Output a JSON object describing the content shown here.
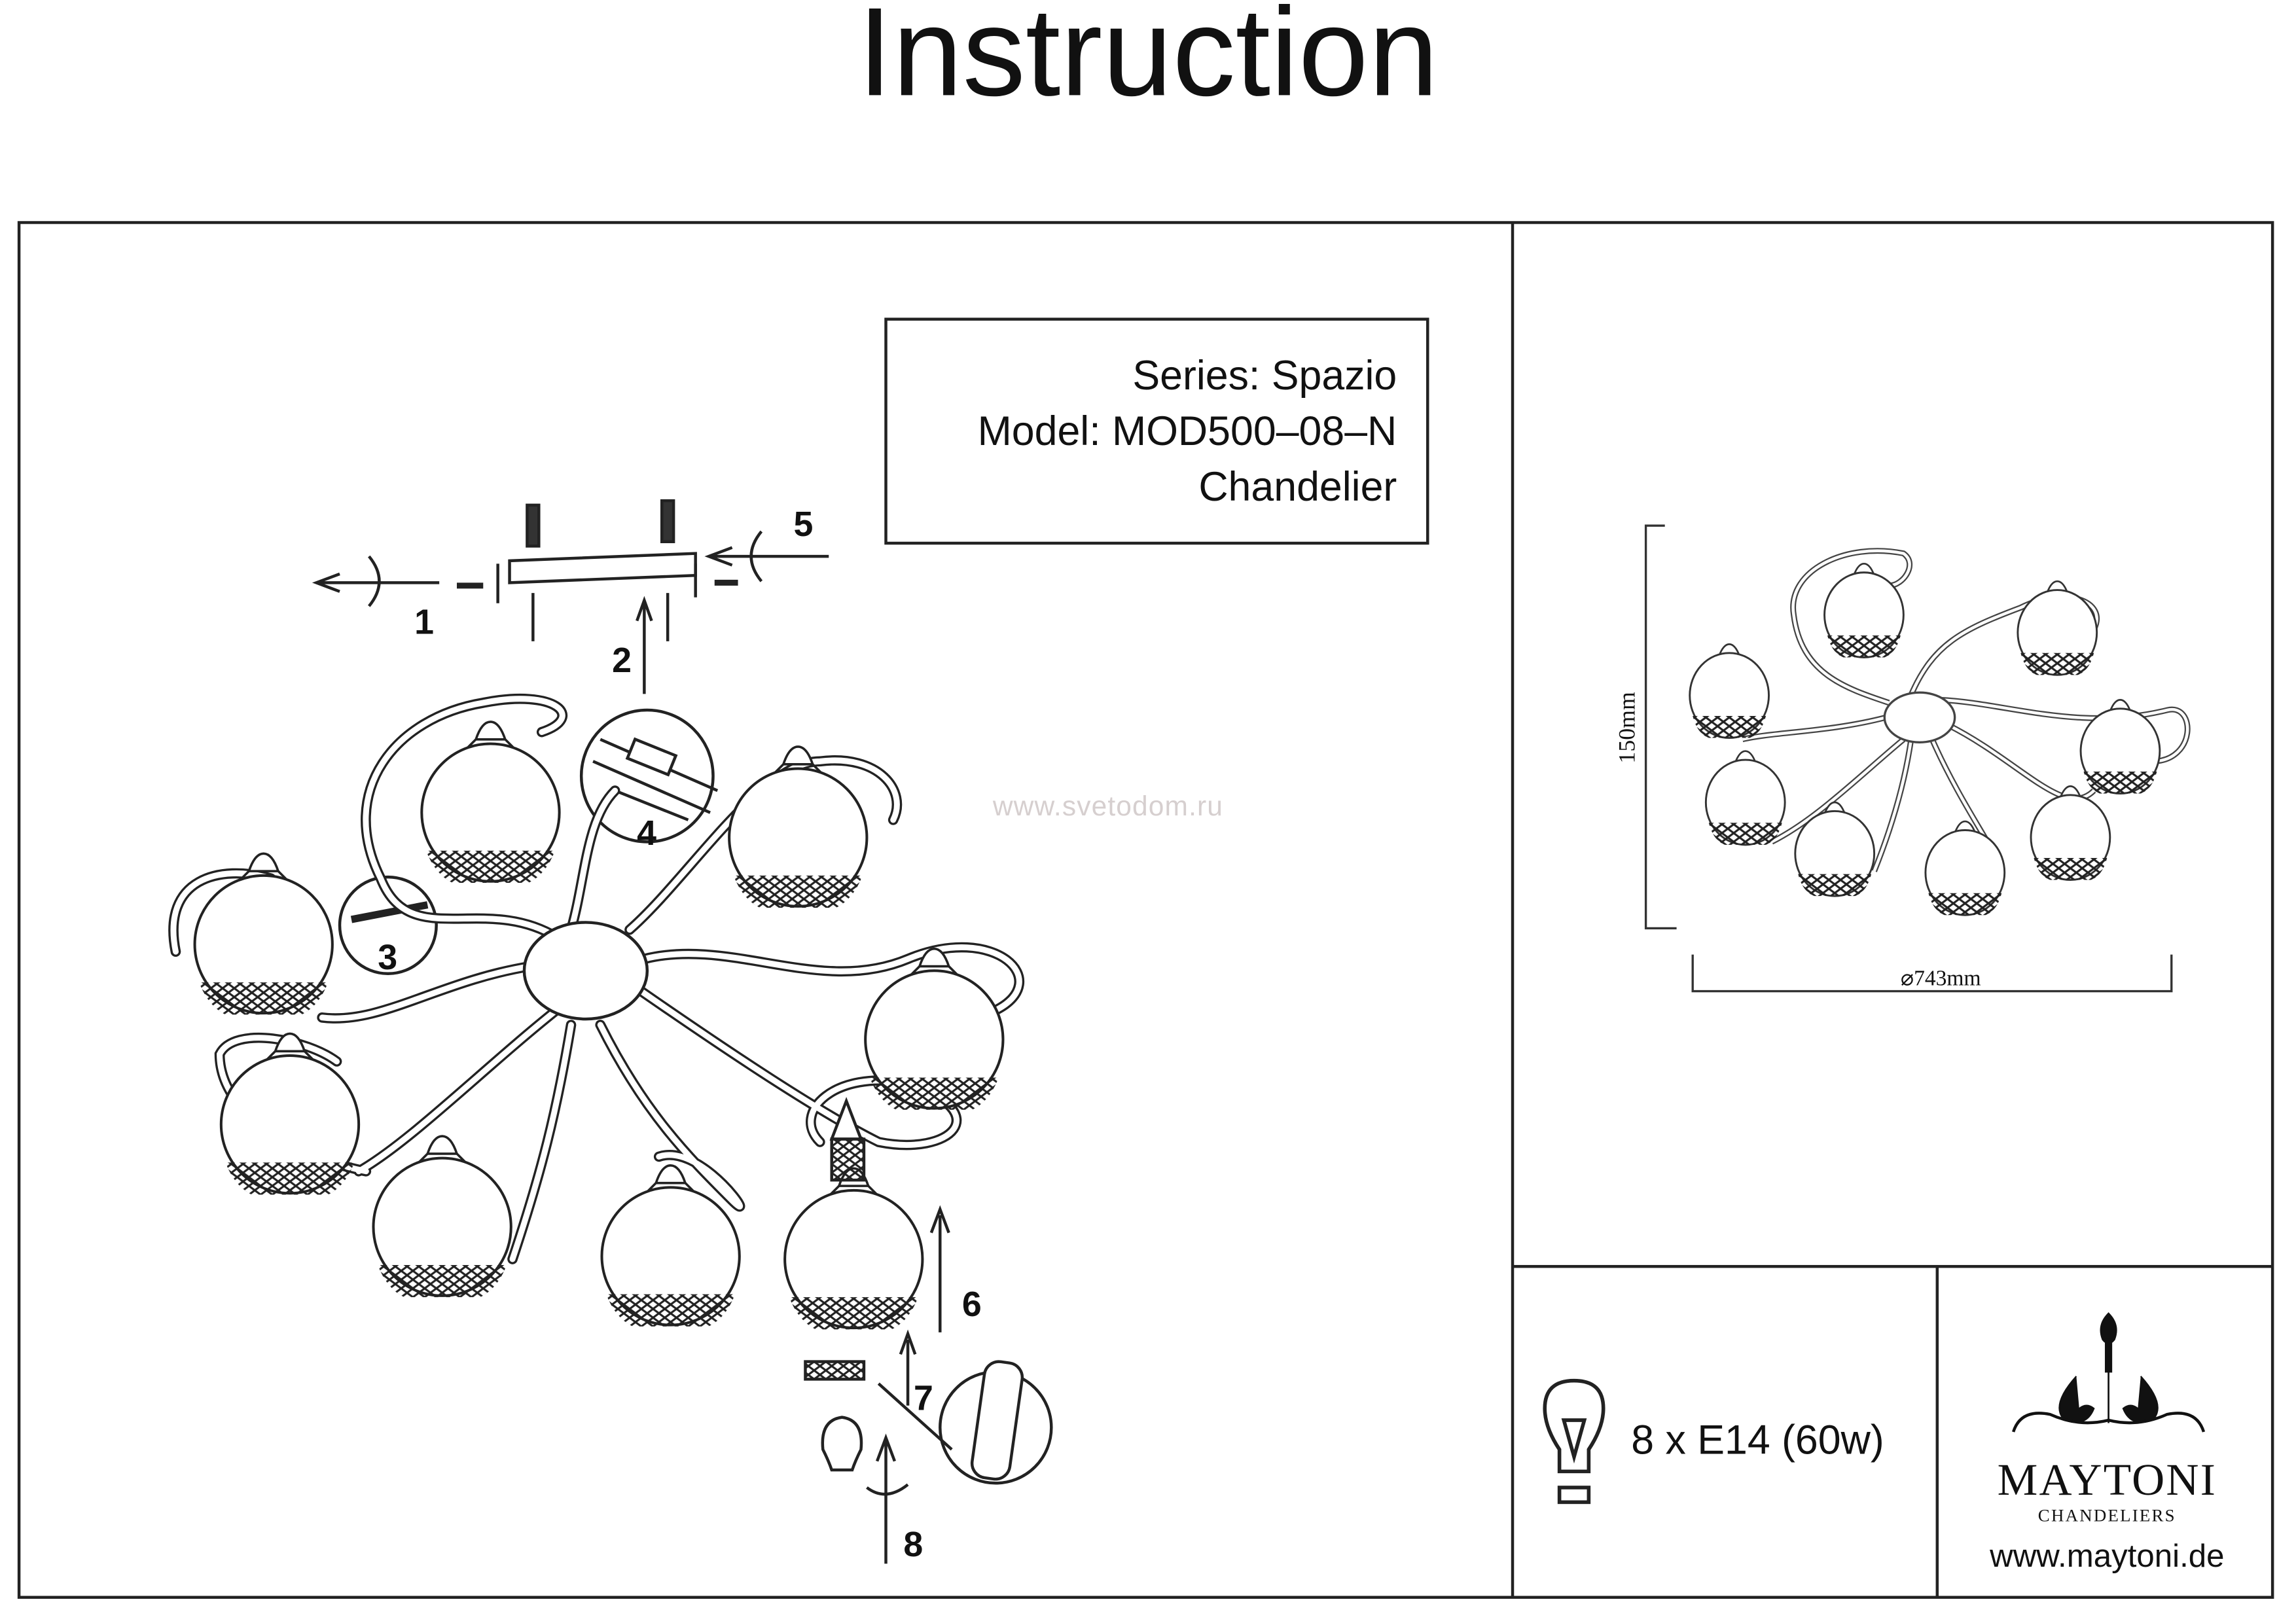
{
  "header": {
    "title": "Instruction"
  },
  "product": {
    "series": "Series: Spazio",
    "model": "Model: MOD500–08–N",
    "type": "Chandelier"
  },
  "watermark": "www.svetodom.ru",
  "steps": [
    "1",
    "2",
    "3",
    "4",
    "5",
    "6",
    "7",
    "8"
  ],
  "dimensions": {
    "height": "150mm",
    "diameter": "⌀743mm"
  },
  "bulb_spec": {
    "icon": "light-bulb-icon",
    "text": "8 x E14 (60w)"
  },
  "brand": {
    "logo_icon": "chandelier-ornament-logo",
    "name": "MAYTONI",
    "subtitle": "CHANDELIERS",
    "website": "www.maytoni.de"
  }
}
